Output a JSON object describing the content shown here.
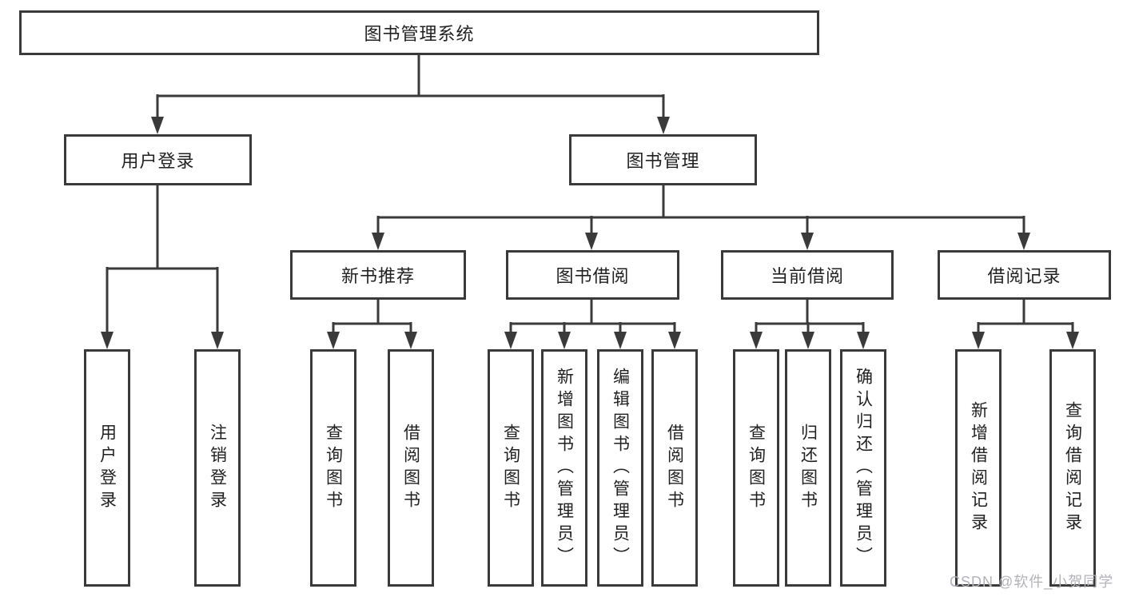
{
  "colors": {
    "line": "#3a3a3a",
    "box_border": "#3a3a3a",
    "box_background": "#ffffff",
    "box_text": "#212121",
    "watermark_text": "#b2b2ba"
  },
  "tree": {
    "root": {
      "label": "图书管理系统",
      "children": [
        {
          "label": "用户登录",
          "children": [
            {
              "label": "用户登录"
            },
            {
              "label": "注销登录"
            }
          ]
        },
        {
          "label": "图书管理",
          "children": [
            {
              "label": "新书推荐",
              "children": [
                {
                  "label": "查询图书"
                },
                {
                  "label": "借阅图书"
                }
              ]
            },
            {
              "label": "图书借阅",
              "children": [
                {
                  "label": "查询图书"
                },
                {
                  "label": "新增图书（管理员）"
                },
                {
                  "label": "编辑图书（管理员）"
                },
                {
                  "label": "借阅图书"
                }
              ]
            },
            {
              "label": "当前借阅",
              "children": [
                {
                  "label": "查询图书"
                },
                {
                  "label": "归还图书"
                },
                {
                  "label": "确认归还（管理员）"
                }
              ]
            },
            {
              "label": "借阅记录",
              "children": [
                {
                  "label": "新增借阅记录"
                },
                {
                  "label": "查询借阅记录"
                }
              ]
            }
          ]
        }
      ]
    }
  },
  "watermark": {
    "text": "CSDN @软件_小贺同学"
  }
}
